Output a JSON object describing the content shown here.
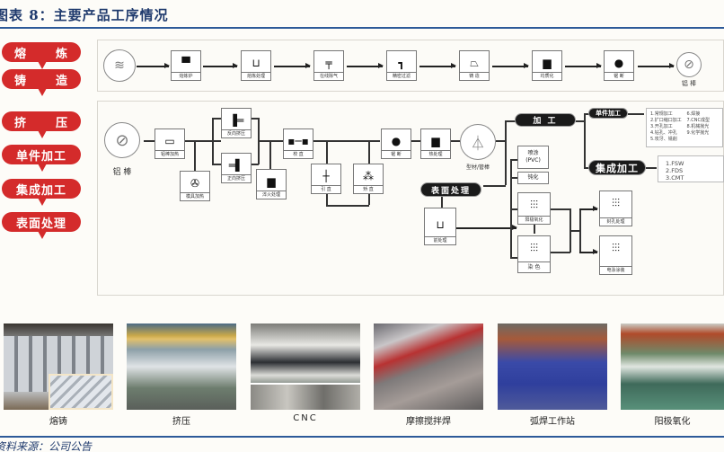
{
  "title": "图表 8：主要产品工序情况",
  "source": "资料来源：公司公告",
  "stage_tags": [
    {
      "label": "熔    炼"
    },
    {
      "label": "铸    造"
    },
    {
      "label": "挤    压"
    },
    {
      "label": "单件加工"
    },
    {
      "label": "集成加工"
    },
    {
      "label": "表面处理"
    }
  ],
  "colors": {
    "tag_red": "#d42b2b",
    "rule_blue": "#2d5a99",
    "title_blue": "#1f3a6d"
  },
  "casting_flow": {
    "start_icon": "molten-aluminum-icon",
    "steps": [
      {
        "label": "熔炼炉",
        "icon": "furnace-icon"
      },
      {
        "label": "熔炼处理",
        "icon": "refining-icon"
      },
      {
        "label": "在线除气",
        "icon": "degassing-icon"
      },
      {
        "label": "精密过滤",
        "icon": "filter-icon"
      },
      {
        "label": "铸 造",
        "icon": "casting-icon"
      },
      {
        "label": "均质化",
        "icon": "homogenize-icon"
      },
      {
        "label": "锯 断",
        "icon": "saw-icon"
      }
    ],
    "end_label": "铝 棒"
  },
  "extrusion_flow": {
    "start_label": "铝 棒",
    "billet_heating": "铝棒加热",
    "die_heating": "模具加热",
    "reverse_extrusion": "反向挤压",
    "forward_extrusion": "正向挤压",
    "aging_treatment": "淬火处理",
    "straighten": "校 直",
    "pull": "引 直",
    "bend": "矫 直",
    "saw": "锯 断",
    "heat_treatment": "热处理",
    "product": "型材/管棒"
  },
  "processing": {
    "main": "加  工",
    "single_piece": "单件加工",
    "single_piece_items": [
      "1.常规加工",
      "2.扩口缩口加工",
      "3.开孔加工",
      "4.钻孔、冲孔",
      "5.攻牙、铣削",
      "6.焊接",
      "7.CNC成型",
      "8.机械抛光",
      "9.化学抛光"
    ],
    "integrated": "集成加工",
    "integrated_items": [
      "1.FSW",
      "2.FDS",
      "3.CMT"
    ]
  },
  "surface": {
    "main": "表面处理",
    "pretreatment": "前处理",
    "spray": "喷涂\n(PVC)",
    "passivation": "钝化",
    "anodizing": "阳极氧化",
    "dyeing": "染 色",
    "sealing": "封孔处理",
    "electrophoresis": "电泳涂装"
  },
  "photos": [
    {
      "caption": "熔铸",
      "scene": "casting"
    },
    {
      "caption": "挤压",
      "scene": "extrusion"
    },
    {
      "caption": "CNC",
      "scene": "cnc"
    },
    {
      "caption": "摩擦搅拌焊",
      "scene": "fsw"
    },
    {
      "caption": "弧焊工作站",
      "scene": "arc-weld"
    },
    {
      "caption": "阳极氧化",
      "scene": "anodize"
    }
  ]
}
